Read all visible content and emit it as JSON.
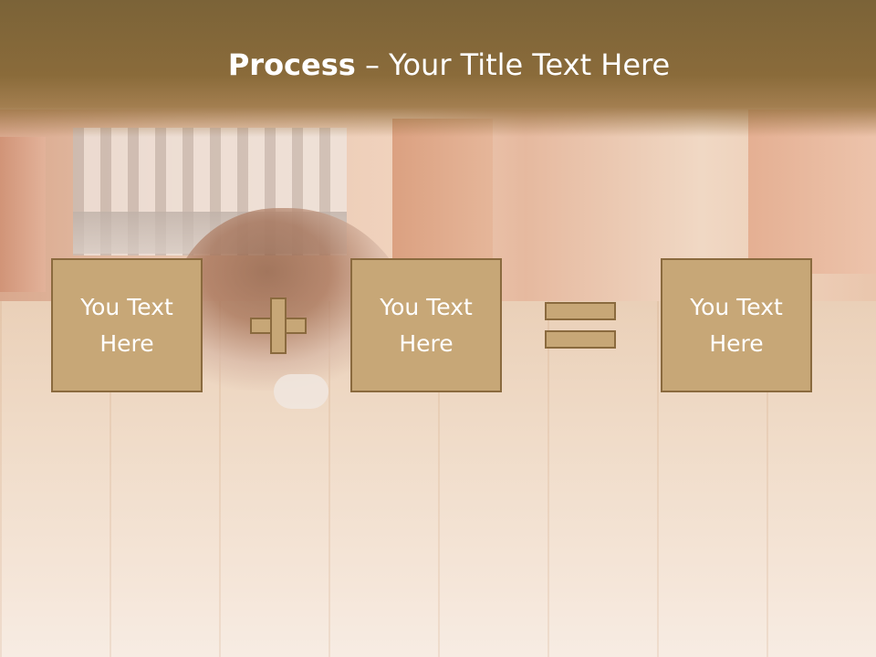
{
  "slide": {
    "title_bold": "Process",
    "title_rest": " – Your Title Text Here",
    "boxes": [
      {
        "line1": "You Text",
        "line2": "Here"
      },
      {
        "line1": "You Text",
        "line2": "Here"
      },
      {
        "line1": "You Text",
        "line2": "Here"
      }
    ],
    "operators": [
      "plus-icon",
      "equals-icon"
    ]
  },
  "colors": {
    "title_band": "#8a6b3a",
    "box_fill": "#c7a777",
    "box_border": "#8a6a3e",
    "text": "#ffffff"
  }
}
